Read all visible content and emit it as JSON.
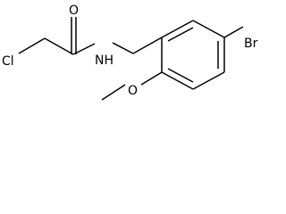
{
  "molecule": {
    "atoms": {
      "chlorine": "Cl",
      "oxygen_carbonyl": "O",
      "nitrogen": "NH",
      "bromine": "Br",
      "oxygen_methoxy": "O"
    }
  }
}
